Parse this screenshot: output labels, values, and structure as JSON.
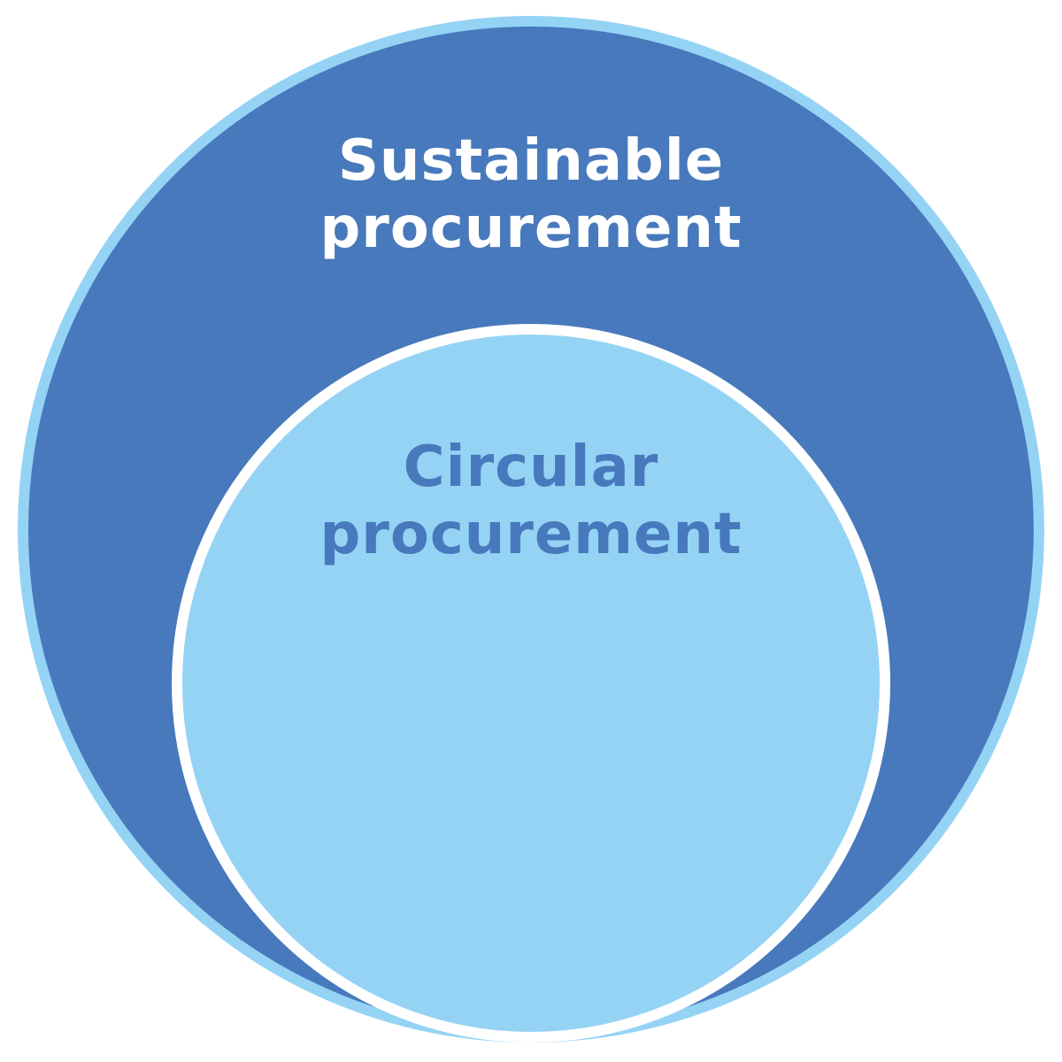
{
  "diagram": {
    "outer": {
      "line1": "Sustainable",
      "line2": "procurement",
      "fill": "#4779BC",
      "border": "#95D3F5",
      "text_color": "#FFFFFF"
    },
    "inner": {
      "line1": "Circular",
      "line2": "procurement",
      "fill": "#95D3F5",
      "border": "#FFFFFF",
      "text_color": "#4779BC"
    }
  }
}
